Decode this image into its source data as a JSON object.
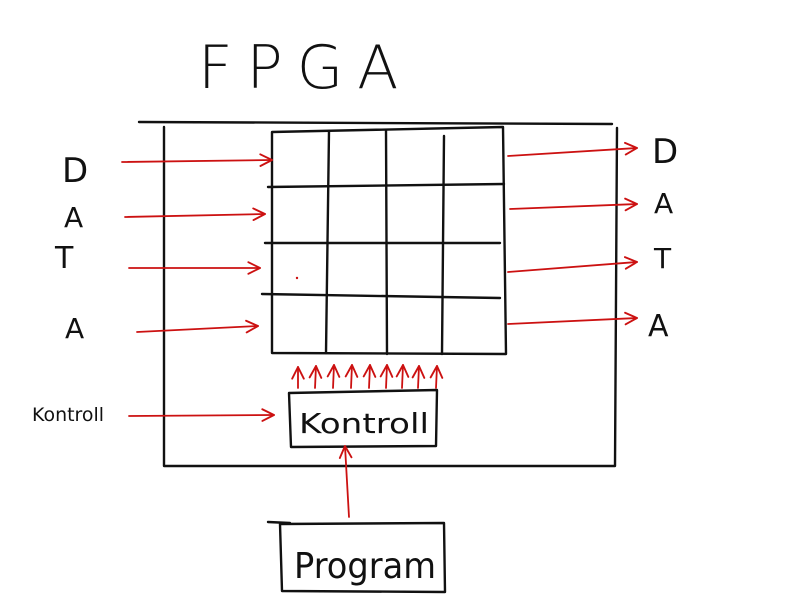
{
  "title": "FPGA",
  "inputs": {
    "data_letters": [
      "D",
      "A",
      "T",
      "A"
    ],
    "control_label": "Kontroll"
  },
  "outputs": {
    "data_letters": [
      "D",
      "A",
      "T",
      "A"
    ]
  },
  "control_block": {
    "label": "Kontroll"
  },
  "program_block": {
    "label": "Program"
  },
  "logic_grid": {
    "rows": 4,
    "cols": 4
  },
  "colors": {
    "ink": "#111111",
    "arrows": "#cc1111"
  }
}
